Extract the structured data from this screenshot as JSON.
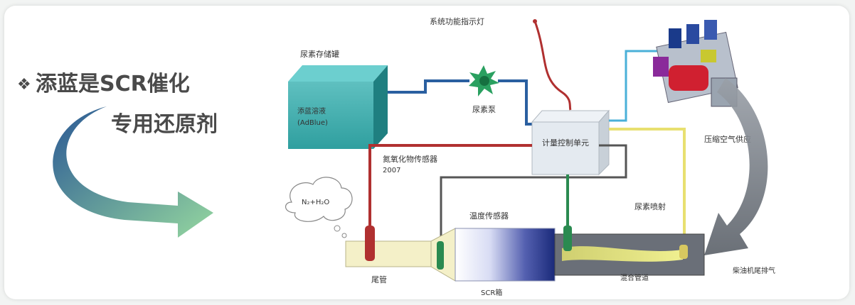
{
  "title": {
    "bullet": "❖",
    "line1": "添蓝是SCR催化",
    "line2": "专用还原剂"
  },
  "labels": {
    "tank": "尿素存储罐",
    "tank_content_line1": "添蓝溶液",
    "tank_content_line2": "(AdBlue)",
    "pump": "尿素泵",
    "indicator_light": "系统功能指示灯",
    "control_unit": "计量控制单元",
    "nox_sensor": "氮氧化物传感器",
    "nox_sensor_code": "2007",
    "temp_sensor": "温度传感器",
    "cloud": "N₂+H₂O",
    "tailpipe": "尾管",
    "scr_box": "SCR箱",
    "urea_injection": "尿素喷射",
    "engine_air": "压缩空气供应",
    "mixing_pipe": "混合管道",
    "engine_exhaust": "柴油机尾排气"
  },
  "colors": {
    "title_arrow_top": "#1f4f8f",
    "title_arrow_bottom": "#7fcf8f",
    "tank": "#2f9f9f",
    "line_blue": "#2a5fa0",
    "line_red": "#b03030",
    "line_yellow": "#e8e070",
    "scr_dark": "#1a2a7a"
  }
}
